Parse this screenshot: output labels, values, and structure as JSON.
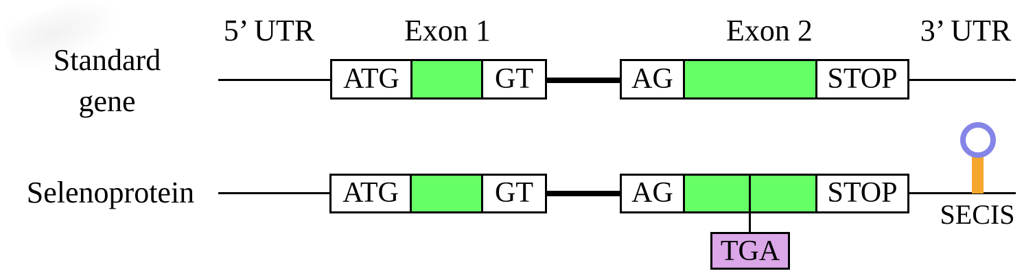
{
  "header": {
    "utr5": "5’ UTR",
    "exon1": "Exon 1",
    "exon2": "Exon 2",
    "utr3": "3’ UTR"
  },
  "rows": {
    "standard": {
      "label_line1": "Standard",
      "label_line2": "gene",
      "exon1_start": "ATG",
      "exon1_donor": "GT",
      "exon2_acceptor": "AG",
      "exon2_stop": "STOP"
    },
    "selenoprotein": {
      "label": "Selenoprotein",
      "exon1_start": "ATG",
      "exon1_donor": "GT",
      "exon2_acceptor": "AG",
      "exon2_stop": "STOP",
      "sec_codon": "TGA",
      "secis_label": "SECIS"
    }
  },
  "colors": {
    "exon_fill": "#66ff66",
    "sec_codon_fill": "#dba7e8",
    "secis_stem": "#f5a62c",
    "secis_loop": "#8585e8",
    "outline": "#000000",
    "background": "#ffffff"
  }
}
